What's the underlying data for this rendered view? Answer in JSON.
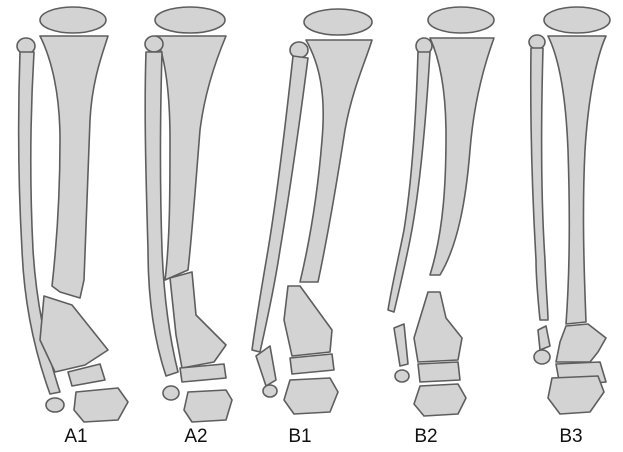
{
  "panels": [
    {
      "id": "A1",
      "label": "A1"
    },
    {
      "id": "A2",
      "label": "A2"
    },
    {
      "id": "B1",
      "label": "B1"
    },
    {
      "id": "B2",
      "label": "B2"
    },
    {
      "id": "B3",
      "label": "B3"
    }
  ],
  "colors": {
    "bone_fill": "#d3d3d3",
    "bone_outline": "#5e5e5e",
    "background": "#ffffff",
    "text": "#111111"
  }
}
